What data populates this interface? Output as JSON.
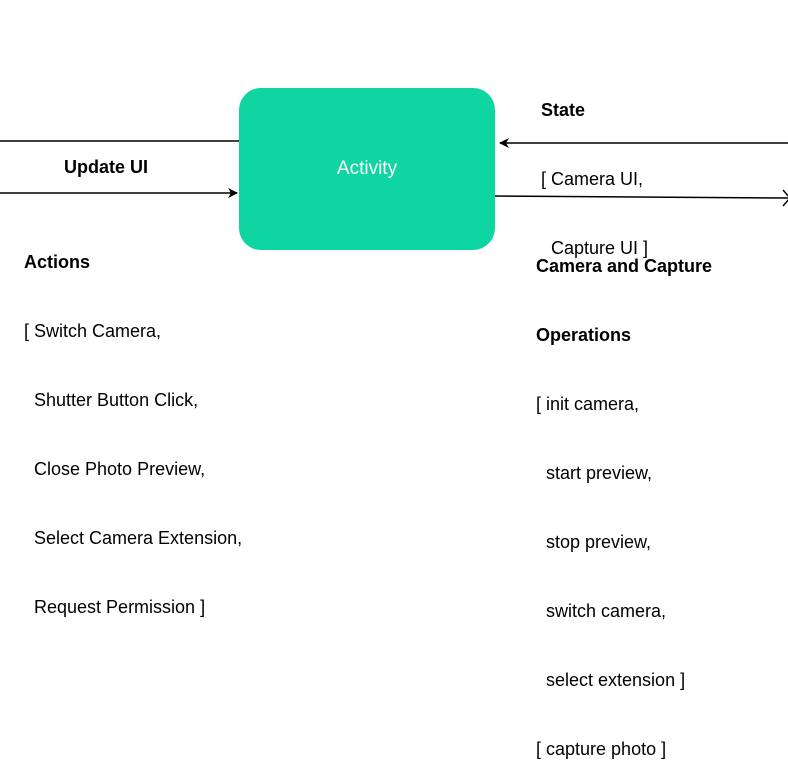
{
  "colors": {
    "node_fill": "#0fd5a2",
    "node_text": "#ffffff",
    "line": "#000000",
    "text": "#000000"
  },
  "node": {
    "label": "Activity"
  },
  "labels": {
    "update_ui": "Update UI",
    "state": {
      "title": "State",
      "lines": [
        "[ Camera UI,",
        "  Capture UI ]"
      ]
    },
    "actions": {
      "title": "Actions",
      "lines": [
        "[ Switch Camera,",
        "  Shutter Button Click,",
        "  Close Photo Preview,",
        "  Select Camera Extension,",
        "  Request Permission ]"
      ]
    },
    "camera_ops": {
      "title_lines": [
        "Camera and Capture",
        "Operations"
      ],
      "lines": [
        "[ init camera,",
        "  start preview,",
        "  stop preview,",
        "  switch camera,",
        "  select extension ]",
        "[ capture photo ]"
      ]
    }
  }
}
